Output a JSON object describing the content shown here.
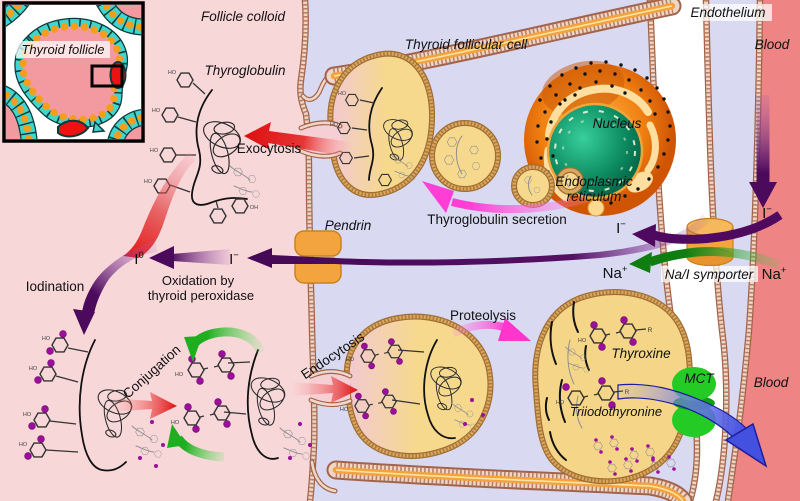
{
  "inset": {
    "label": "Thyroid follicle"
  },
  "regions": {
    "follicle_colloid": "Follicle colloid",
    "cell": "Thyroid follicular cell",
    "endothelium": "Endothelium",
    "blood_top": "Blood",
    "blood_bottom": "Blood"
  },
  "organelles": {
    "nucleus": "Nucleus",
    "er_line1": "Endoplasmic",
    "er_line2": "reticulum"
  },
  "molecules": {
    "thyroglobulin": "Thyroglobulin",
    "thyroxine": "Thyroxine",
    "triiodothyronine": "Triiodothyronine"
  },
  "transporters": {
    "pendrin": "Pendrin",
    "nai_symporter": "Na/I symporter",
    "mct": "MCT"
  },
  "processes": {
    "exocytosis": "Exocytosis",
    "tg_secretion": "Thyroglobulin secretion",
    "oxidation_line1": "Oxidation by",
    "oxidation_line2": "thyroid peroxidase",
    "iodination": "Iodination",
    "conjugation": "Conjugation",
    "endocytosis": "Endocytosis",
    "proteolysis": "Proteolysis"
  },
  "ions": {
    "iodide_symbol": "I",
    "minus": "−",
    "zero": "0",
    "sodium_symbol": "Na",
    "plus": "+"
  },
  "molecule_labels": {
    "ho": "HO",
    "oh": "OH",
    "o": "O",
    "r": "R"
  },
  "colors": {
    "colloid": "#f8d7d9",
    "cytoplasm": "#d9d9f2",
    "blood": "#ef8484",
    "membrane": "#a2634a",
    "vesicle_fill": "#f6d98d",
    "er_orange": "#e86d0a",
    "nucleus_teal": "#0c8a60",
    "transporter_orange": "#f4a43e",
    "mct_green": "#25cb25",
    "arrow_red": "#dd0e0e",
    "arrow_purple": "#4c0a5c",
    "arrow_green": "#1fae1f",
    "arrow_pink": "#ff3ed6",
    "arrow_blue": "#4450e0",
    "iodine_dot": "#9b0f9b"
  }
}
